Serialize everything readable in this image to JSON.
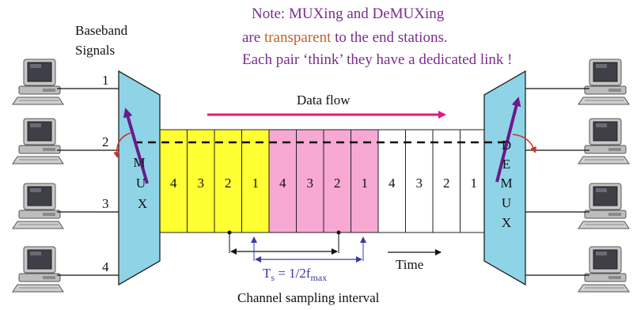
{
  "note": {
    "line1": "Note: MUXing and DeMUXing",
    "line2_pre": "are",
    "line2_highlight": "transparent",
    "line2_post": "to the end stations.",
    "line3": "Each pair ‘think’ they have a dedicated link !"
  },
  "labels": {
    "baseband_line1": "Baseband",
    "baseband_line2": "Signals",
    "data_flow": "Data flow",
    "time": "Time",
    "ts_main": "T",
    "ts_sub": "s",
    "ts_eq": " = 1/2f",
    "ts_max": "max",
    "channel_sampling": "Channel sampling interval"
  },
  "channels": [
    "1",
    "2",
    "3",
    "4"
  ],
  "mux_letters": [
    "M",
    "U",
    "X"
  ],
  "demux_letters": [
    "D",
    "E",
    "M",
    "U",
    "X"
  ],
  "frames": [
    {
      "color": "#ffff33",
      "slots": [
        "4",
        "3",
        "2",
        "1"
      ]
    },
    {
      "color": "#f7a8d3",
      "slots": [
        "4",
        "3",
        "2",
        "1"
      ]
    },
    {
      "color": "#ffffff",
      "slots": [
        "4",
        "3",
        "2",
        "1"
      ]
    }
  ],
  "colors": {
    "mux_fill": "#8fd3e6",
    "note": "#7a2d8c",
    "highlight": "#c0622a",
    "arrow_pink": "#e2187e",
    "arrow_purple": "#6a1b8a",
    "arrow_red": "#d0312d",
    "interval": "#3a3aa8"
  },
  "icons": [
    "computer-icon"
  ]
}
